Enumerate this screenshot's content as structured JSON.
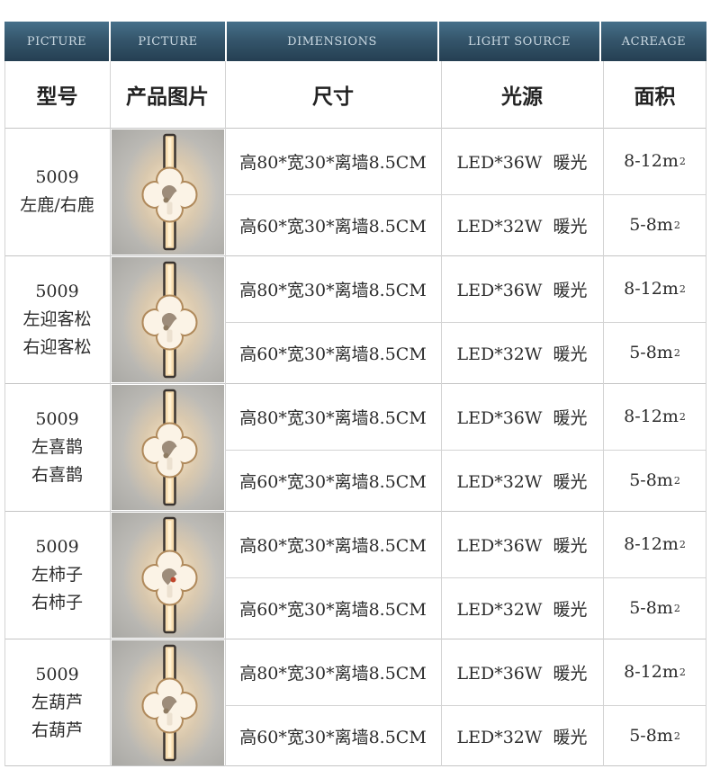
{
  "header": {
    "en": [
      "PICTURE",
      "PICTURE",
      "DIMENSIONS",
      "LIGHT SOURCE",
      "ACREAGE"
    ],
    "cn": [
      "型号",
      "产品图片",
      "尺寸",
      "光源",
      "面积"
    ]
  },
  "rows": [
    {
      "model": "5009",
      "names": [
        "左鹿/右鹿"
      ],
      "picture_icon": "wall-lamp-image",
      "variants": [
        {
          "size": "高80*宽30*离墙8.5CM",
          "light": "LED*36W  暖光",
          "area": "8-12m"
        },
        {
          "size": "高60*宽30*离墙8.5CM",
          "light": "LED*32W  暖光",
          "area": "5-8m"
        }
      ]
    },
    {
      "model": "5009",
      "names": [
        "左迎客松",
        "右迎客松"
      ],
      "picture_icon": "wall-lamp-image",
      "variants": [
        {
          "size": "高80*宽30*离墙8.5CM",
          "light": "LED*36W  暖光",
          "area": "8-12m"
        },
        {
          "size": "高60*宽30*离墙8.5CM",
          "light": "LED*32W  暖光",
          "area": "5-8m"
        }
      ]
    },
    {
      "model": "5009",
      "names": [
        "左喜鹊",
        "右喜鹊"
      ],
      "picture_icon": "wall-lamp-image",
      "variants": [
        {
          "size": "高80*宽30*离墙8.5CM",
          "light": "LED*36W  暖光",
          "area": "8-12m"
        },
        {
          "size": "高60*宽30*离墙8.5CM",
          "light": "LED*32W  暖光",
          "area": "5-8m"
        }
      ]
    },
    {
      "model": "5009",
      "names": [
        "左柿子",
        "右柿子"
      ],
      "picture_icon": "wall-lamp-image",
      "variants": [
        {
          "size": "高80*宽30*离墙8.5CM",
          "light": "LED*36W  暖光",
          "area": "8-12m"
        },
        {
          "size": "高60*宽30*离墙8.5CM",
          "light": "LED*32W  暖光",
          "area": "5-8m"
        }
      ]
    },
    {
      "model": "5009",
      "names": [
        "左葫芦",
        "右葫芦"
      ],
      "picture_icon": "wall-lamp-image",
      "variants": [
        {
          "size": "高80*宽30*离墙8.5CM",
          "light": "LED*36W  暖光",
          "area": "8-12m"
        },
        {
          "size": "高60*宽30*离墙8.5CM",
          "light": "LED*32W  暖光",
          "area": "5-8m"
        }
      ]
    }
  ],
  "area_unit_exponent": "2",
  "colors": {
    "header_band": "#35566c",
    "header_text": "#d5e2ea",
    "grid_line": "#d3d3d3",
    "lamp_glow": "#f4c98a",
    "lamp_frame": "#3a3430"
  }
}
